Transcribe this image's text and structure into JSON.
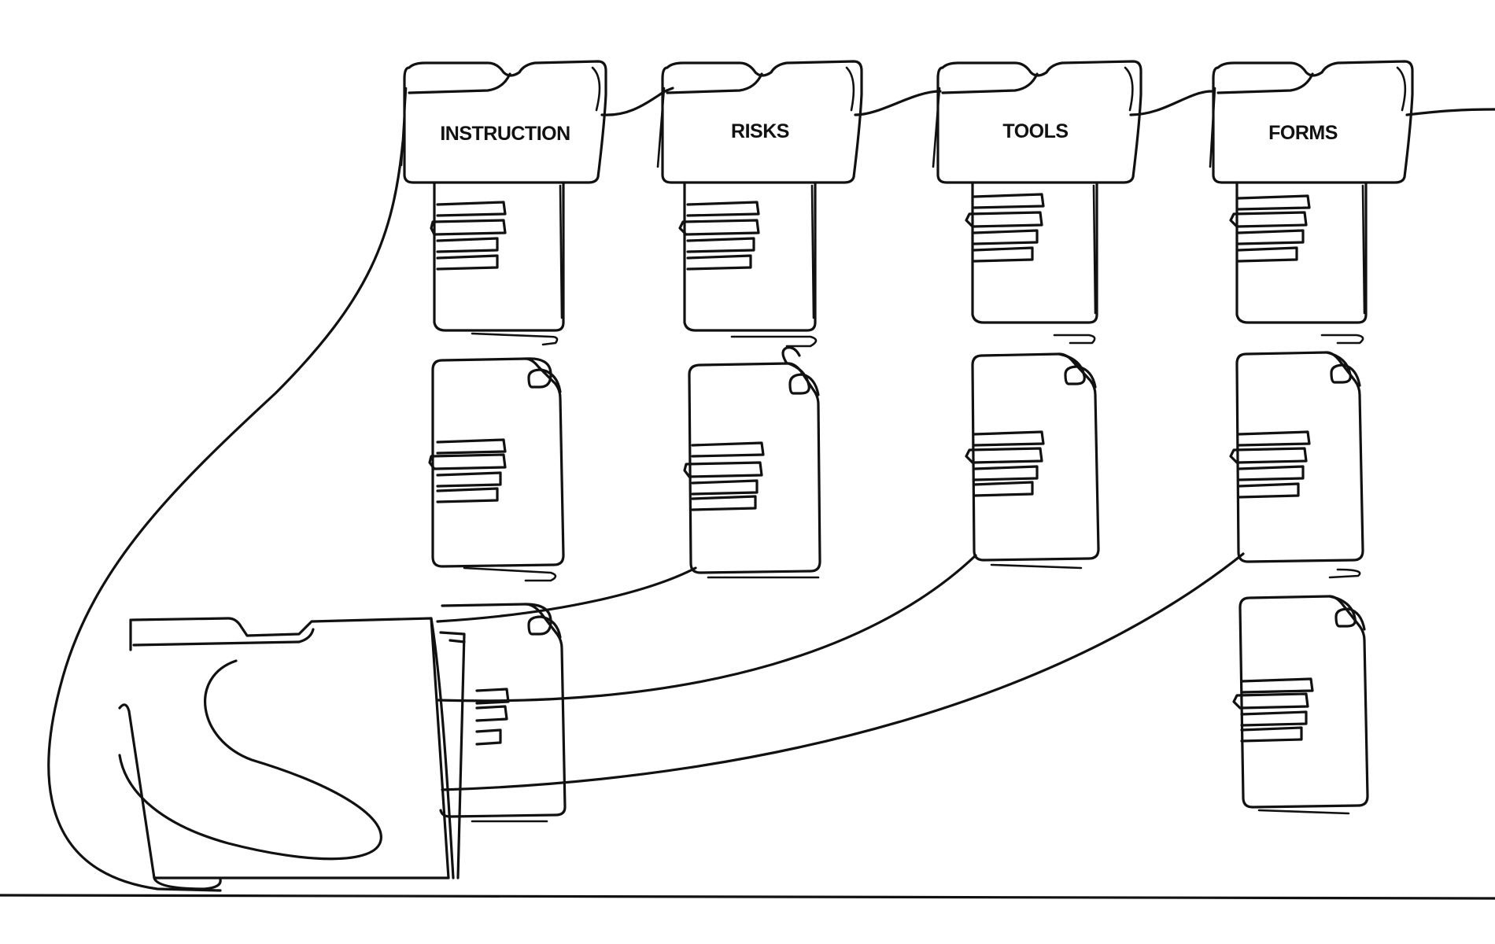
{
  "illustration": {
    "style": "single continuous line drawing",
    "line_color": "#111111",
    "background": "#ffffff"
  },
  "folders": [
    {
      "label": "INSTRUCTION",
      "icon": "folder-icon",
      "documents": 3
    },
    {
      "label": "RISKS",
      "icon": "folder-icon",
      "documents": 2
    },
    {
      "label": "TOOLS",
      "icon": "folder-icon",
      "documents": 2
    },
    {
      "label": "FORMS",
      "icon": "folder-icon",
      "documents": 3
    }
  ],
  "document_icon": "document-icon",
  "hub_icon": "open-folder-icon"
}
